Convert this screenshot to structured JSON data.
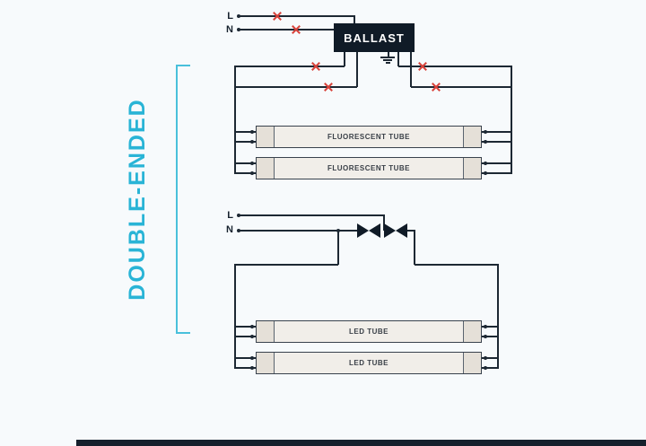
{
  "side_label": "DOUBLE-ENDED",
  "top_circuit": {
    "line_label": "L",
    "neutral_label": "N",
    "ballast_label": "BALLAST",
    "tubes": [
      "FLUORESCENT TUBE",
      "FLUORESCENT TUBE"
    ]
  },
  "bottom_circuit": {
    "line_label": "L",
    "neutral_label": "N",
    "tubes": [
      "LED TUBE",
      "LED TUBE"
    ]
  },
  "colors": {
    "accent_cyan": "#29b4d6",
    "bracket_cyan": "#49c0db",
    "wire_dark": "#1d2833",
    "cut_red": "#d8433b",
    "ballast_black": "#101b27",
    "background": "#f7fafc",
    "tube_fill": "#f1eee9"
  }
}
